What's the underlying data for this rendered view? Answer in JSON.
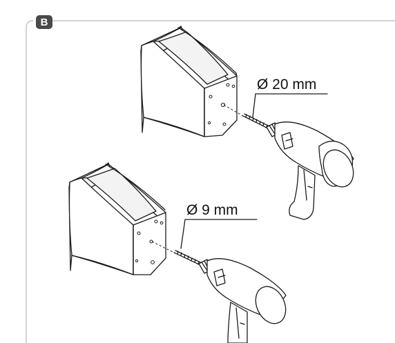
{
  "panel": {
    "badge_label": "B",
    "badge_color": "#4a4a4a",
    "frame_color": "#b7b7b7"
  },
  "steps": [
    {
      "hole_label": "Ø 20 mm",
      "icon": "drill-icon"
    },
    {
      "hole_label": "Ø 9 mm",
      "icon": "drill-icon"
    }
  ]
}
